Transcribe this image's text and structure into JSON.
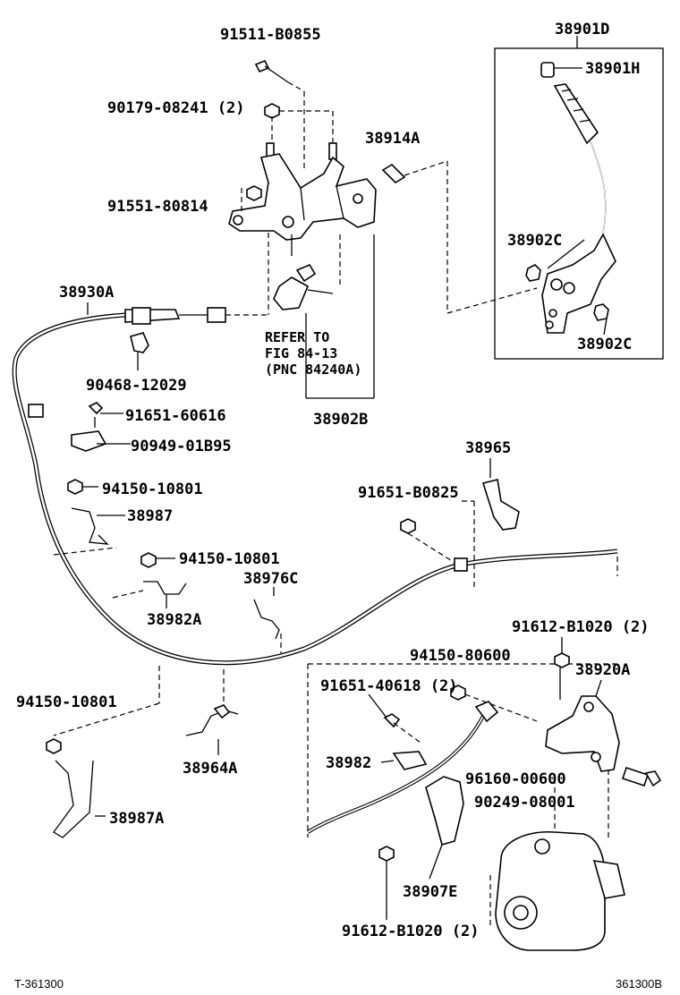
{
  "labels": {
    "p91511_B0855": "91511-B0855",
    "p90179_08241": "90179-08241 (2)",
    "p38914A": "38914A",
    "p91551_80814": "91551-80814",
    "p38901D": "38901D",
    "p38901H": "38901H",
    "p38902C_a": "38902C",
    "p38902C_b": "38902C",
    "p38930A": "38930A",
    "refer_1": "REFER TO",
    "refer_2": "FIG 84-13",
    "refer_3": "(PNC 84240A)",
    "p90468_12029": "90468-12029",
    "p38902B": "38902B",
    "p91651_60616": "91651-60616",
    "p90949_01B95": "90949-01B95",
    "p38965": "38965",
    "p94150_10801_a": "94150-10801",
    "p91651_B0825": "91651-B0825",
    "p38987": "38987",
    "p94150_10801_b": "94150-10801",
    "p38976C": "38976C",
    "p38982A": "38982A",
    "p91612_B1020_top": "91612-B1020 (2)",
    "p94150_80600": "94150-80600",
    "p38920A": "38920A",
    "p91651_40618": "91651-40618 (2)",
    "p94150_10801_c": "94150-10801",
    "p38982": "38982",
    "p96160_00600": "96160-00600",
    "p38964A": "38964A",
    "p90249_08001": "90249-08001",
    "p38987A": "38987A",
    "p38907E": "38907E",
    "p91612_B1020_bot": "91612-B1020 (2)"
  },
  "footer": {
    "left_code": "T-361300",
    "right_code": "361300B"
  }
}
